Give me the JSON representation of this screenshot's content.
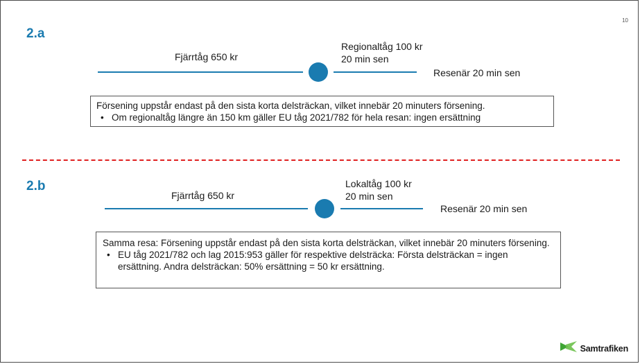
{
  "page_number": "10",
  "section_a": {
    "label": "2.a",
    "left_leg_label": "Fjärrtåg 650 kr",
    "right_leg_line1": "Regionaltåg 100 kr",
    "right_leg_line2": "20 min sen",
    "end_label": "Resenär 20 min sen",
    "box_text": "Försening uppstår endast på den sista korta delsträckan, vilket innebär 20 minuters försening.",
    "box_bullets": [
      "Om regionaltåg längre än 150 km gäller EU tåg 2021/782 för hela resan: ingen ersättning"
    ]
  },
  "section_b": {
    "label": "2.b",
    "left_leg_label": "Fjärrtåg 650 kr",
    "right_leg_line1": "Lokaltåg 100 kr",
    "right_leg_line2": "20 min sen",
    "end_label": "Resenär 20 min sen",
    "box_text": "Samma resa: Försening uppstår endast på den sista korta delsträckan, vilket innebär 20 minuters försening.",
    "box_bullets": [
      "EU tåg 2021/782 och lag 2015:953 gäller för respektive delsträcka: Första delsträckan = ingen ersättning. Andra delsträckan: 50% ersättning = 50 kr ersättning."
    ]
  },
  "logo": {
    "name": "Samtrafiken",
    "icon": "samtrafiken-logo-icon"
  },
  "colors": {
    "accent": "#1a7bb0",
    "divider": "#e02020",
    "logo_green": "#3fa535"
  }
}
